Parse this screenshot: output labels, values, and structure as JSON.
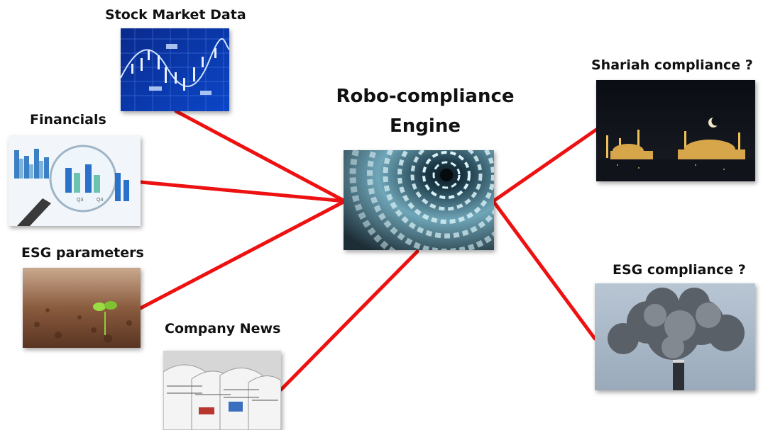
{
  "title": {
    "line1": "Robo-compliance",
    "line2": "Engine"
  },
  "inputs": {
    "stock": "Stock Market Data",
    "financials": "Financials",
    "esg_params": "ESG parameters",
    "news": "Company News"
  },
  "outputs": {
    "shariah": "Shariah compliance ?",
    "esg": "ESG compliance ?"
  },
  "thumbs": {
    "fin_q3": "Q3",
    "fin_q4": "Q4"
  },
  "colors": {
    "connector": "#ee1111",
    "text": "#111111",
    "background": "#ffffff"
  }
}
